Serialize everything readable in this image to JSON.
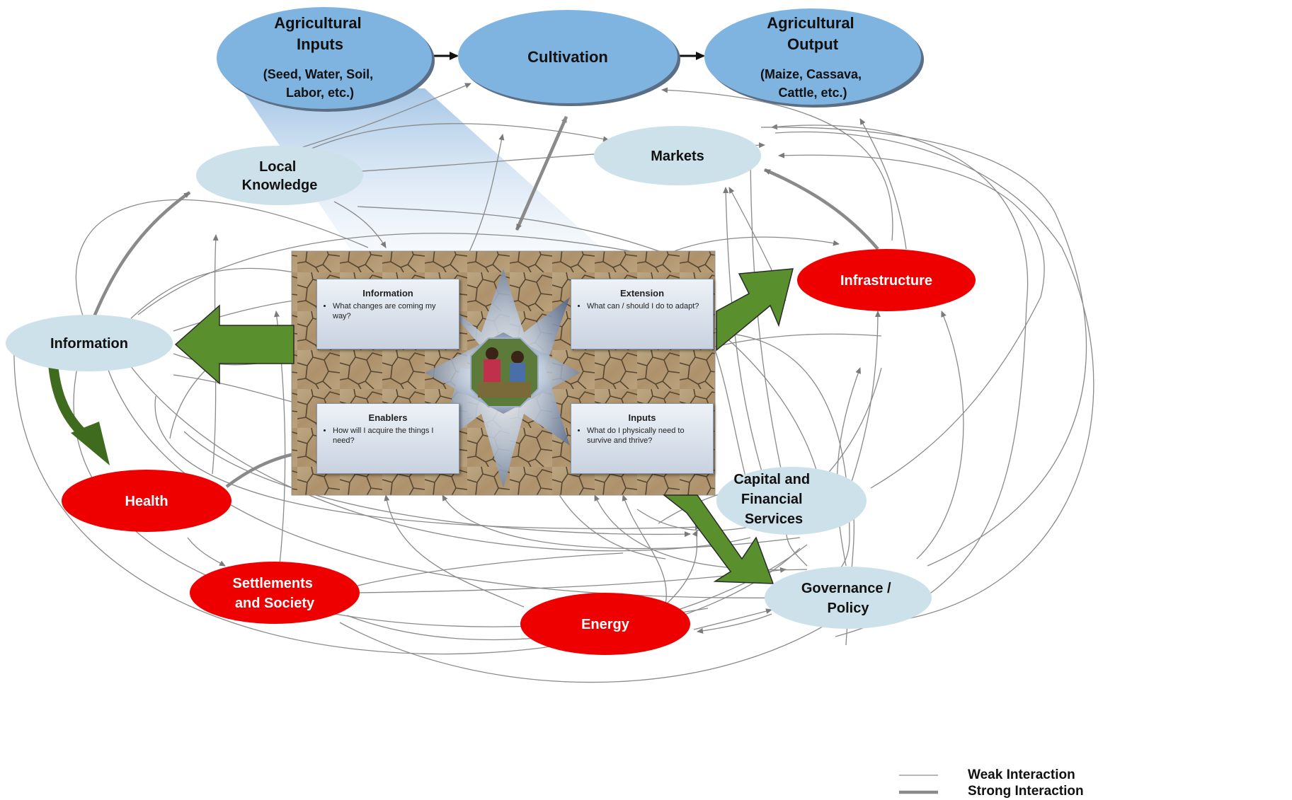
{
  "nodes": {
    "agri_inputs": {
      "lines": [
        "Agricultural",
        "Inputs"
      ],
      "sub": [
        "(Seed, Water, Soil,",
        "Labor, etc.)"
      ]
    },
    "cultivation": {
      "lines": [
        "Cultivation"
      ]
    },
    "agri_output": {
      "lines": [
        "Agricultural",
        "Output"
      ],
      "sub": [
        "(Maize, Cassava,",
        "Cattle, etc.)"
      ]
    },
    "local_knowledge": {
      "lines": [
        "Local",
        "Knowledge"
      ]
    },
    "markets": {
      "lines": [
        "Markets"
      ]
    },
    "information": {
      "lines": [
        "Information"
      ]
    },
    "infrastructure": {
      "lines": [
        "Infrastructure"
      ]
    },
    "health": {
      "lines": [
        "Health"
      ]
    },
    "capital": {
      "lines": [
        "Capital and",
        "Financial",
        "Services"
      ]
    },
    "settlements": {
      "lines": [
        "Settlements",
        "and Society"
      ]
    },
    "governance": {
      "lines": [
        "Governance /",
        "Policy"
      ]
    },
    "energy": {
      "lines": [
        "Energy"
      ]
    }
  },
  "panel": {
    "information": {
      "title": "Information",
      "bullet": "What changes are coming my way?"
    },
    "extension": {
      "title": "Extension",
      "bullet": "What can / should I do to adapt?"
    },
    "enablers": {
      "title": "Enablers",
      "bullet": "How will I acquire the things I need?"
    },
    "inputs": {
      "title": "Inputs",
      "bullet": "What do I physically need to survive and thrive?"
    }
  },
  "legend": {
    "weak": "Weak Interaction",
    "strong": "Strong Interaction"
  },
  "colors": {
    "top_node": "#7fb3e0",
    "light_node": "#cde1ea",
    "red_node": "#ee0000",
    "big_arrow": "#5a8f2e",
    "weak_line": "#8a8a8a",
    "strong_line": "#8a8a8a"
  }
}
